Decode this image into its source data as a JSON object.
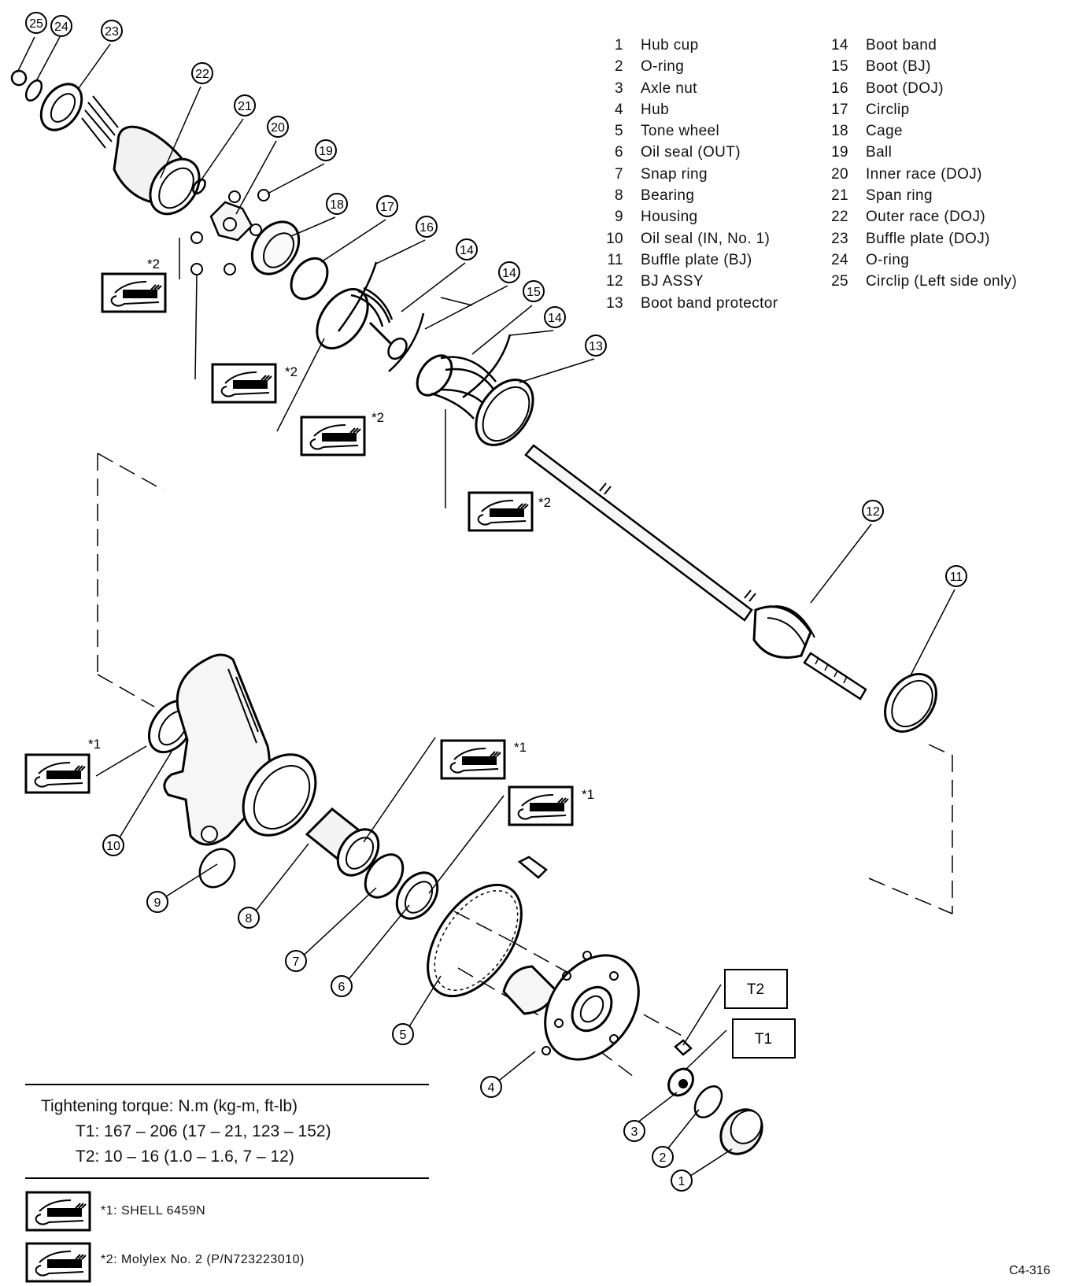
{
  "legend_left": [
    {
      "no": "1",
      "name": "Hub cup"
    },
    {
      "no": "2",
      "name": "O-ring"
    },
    {
      "no": "3",
      "name": "Axle nut"
    },
    {
      "no": "4",
      "name": "Hub"
    },
    {
      "no": "5",
      "name": "Tone wheel"
    },
    {
      "no": "6",
      "name": "Oil seal (OUT)"
    },
    {
      "no": "7",
      "name": "Snap ring"
    },
    {
      "no": "8",
      "name": "Bearing"
    },
    {
      "no": "9",
      "name": "Housing"
    },
    {
      "no": "10",
      "name": "Oil seal (IN, No. 1)"
    },
    {
      "no": "11",
      "name": "Buffle plate (BJ)"
    },
    {
      "no": "12",
      "name": "BJ ASSY"
    },
    {
      "no": "13",
      "name": "Boot band protector"
    }
  ],
  "legend_right": [
    {
      "no": "14",
      "name": "Boot band"
    },
    {
      "no": "15",
      "name": "Boot (BJ)"
    },
    {
      "no": "16",
      "name": "Boot (DOJ)"
    },
    {
      "no": "17",
      "name": "Circlip"
    },
    {
      "no": "18",
      "name": "Cage"
    },
    {
      "no": "19",
      "name": "Ball"
    },
    {
      "no": "20",
      "name": "Inner race (DOJ)"
    },
    {
      "no": "21",
      "name": "Span ring"
    },
    {
      "no": "22",
      "name": "Outer race (DOJ)"
    },
    {
      "no": "23",
      "name": "Buffle plate (DOJ)"
    },
    {
      "no": "24",
      "name": "O-ring"
    },
    {
      "no": "25",
      "name": "Circlip (Left side only)"
    }
  ],
  "callouts": [
    "25",
    "24",
    "23",
    "22",
    "21",
    "20",
    "19",
    "18",
    "17",
    "16",
    "14",
    "14",
    "15",
    "14",
    "13",
    "12",
    "11",
    "10",
    "9",
    "8",
    "7",
    "6",
    "5",
    "4",
    "3",
    "2",
    "1"
  ],
  "grease_marks": [
    "*2",
    "*2",
    "*2",
    "*2",
    "*1",
    "*1",
    "*1"
  ],
  "torque_boxes": [
    "T2",
    "T1"
  ],
  "torque": {
    "heading": "Tightening torque:  N.m (kg-m, ft-lb)",
    "t1": "T1:  167 – 206 (17 – 21, 123 – 152)",
    "t2": "T2:  10 – 16 (1.0 – 1.6, 7 – 12)"
  },
  "notes": {
    "n1": "*1:  SHELL 6459N",
    "n2": "*2:  Molylex No. 2 (P/N723223010)"
  },
  "figure_code": "C4-316"
}
